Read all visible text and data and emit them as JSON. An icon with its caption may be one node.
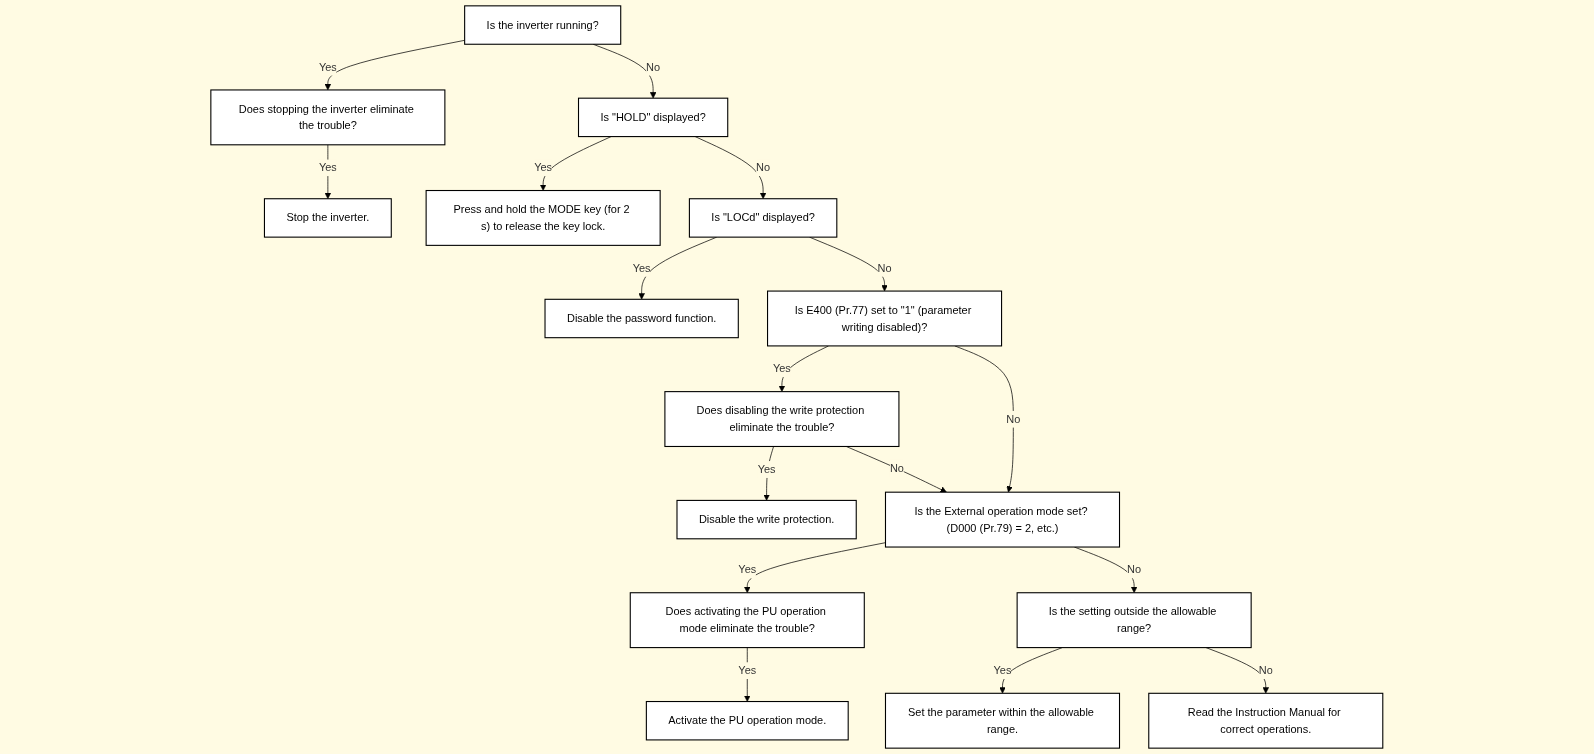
{
  "diagram": {
    "nodes": [
      {
        "text": [
          "Is the inverter running?"
        ]
      },
      {
        "text": [
          "Does stopping the inverter eliminate the trouble?"
        ]
      },
      {
        "text": [
          "Stop the inverter."
        ]
      },
      {
        "text": [
          "Is \"HOLD\" displayed?"
        ]
      },
      {
        "text": [
          "Press and hold the MODE key (for 2 s) to release the key lock."
        ]
      },
      {
        "text": [
          "Is \"LOCd\" displayed?"
        ]
      },
      {
        "text": [
          "Disable the password function."
        ]
      },
      {
        "text": [
          "Is E400 (Pr.77) set to \"1\" (parameter writing disabled)?"
        ]
      },
      {
        "text": [
          "Does disabling the write protection eliminate the trouble?"
        ]
      },
      {
        "text": [
          "Disable the write protection."
        ]
      },
      {
        "text": [
          "Is the External operation mode set? (D000 (Pr.79) = 2, etc.)"
        ]
      },
      {
        "text": [
          "Does activating the PU operation mode eliminate the trouble?"
        ]
      },
      {
        "text": [
          "Activate the PU operation mode."
        ]
      },
      {
        "text": [
          "Is the setting outside the allowable range?"
        ]
      },
      {
        "text": [
          "Set the parameter within the allowable range."
        ]
      },
      {
        "text": [
          "Read the Instruction Manual for correct operations."
        ]
      }
    ],
    "edges": [
      {
        "from": 0,
        "to": 1,
        "arrow": "to",
        "label": "Yes"
      },
      {
        "from": 1,
        "to": 2,
        "arrow": "to",
        "label": "Yes"
      },
      {
        "from": 0,
        "to": 3,
        "arrow": "to",
        "label": "No"
      },
      {
        "from": 3,
        "to": 4,
        "arrow": "to",
        "label": "Yes"
      },
      {
        "from": 3,
        "to": 5,
        "arrow": "to",
        "label": "No"
      },
      {
        "from": 5,
        "to": 6,
        "arrow": "to",
        "label": "Yes"
      },
      {
        "from": 5,
        "to": 7,
        "arrow": "to",
        "label": "No"
      },
      {
        "from": 7,
        "to": 8,
        "arrow": "to",
        "label": "Yes"
      },
      {
        "from": 8,
        "to": 9,
        "arrow": "to",
        "label": "Yes"
      },
      {
        "from": 7,
        "to": 10,
        "arrow": "to",
        "label": "No"
      },
      {
        "from": 8,
        "to": 10,
        "arrow": "to",
        "label": "No"
      },
      {
        "from": 10,
        "to": 11,
        "arrow": "to",
        "label": "Yes"
      },
      {
        "from": 11,
        "to": 12,
        "arrow": "to",
        "label": "Yes"
      },
      {
        "from": 10,
        "to": 13,
        "arrow": "to",
        "label": "No"
      },
      {
        "from": 13,
        "to": 14,
        "arrow": "to",
        "label": "Yes"
      },
      {
        "from": 13,
        "to": 15,
        "arrow": "to",
        "label": "No"
      }
    ]
  }
}
